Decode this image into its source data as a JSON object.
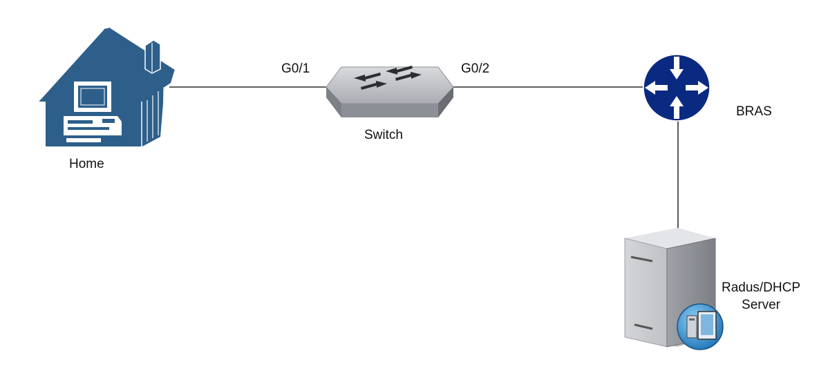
{
  "nodes": {
    "home": {
      "label": "Home",
      "icon": "home-with-computer-icon"
    },
    "switch": {
      "label": "Switch",
      "icon": "network-switch-icon"
    },
    "bras": {
      "label": "BRAS",
      "icon": "router-icon"
    },
    "server": {
      "label_line1": "Radus/DHCP",
      "label_line2": "Server",
      "icon": "server-tower-icon"
    }
  },
  "ports": {
    "switch_left": "G0/1",
    "switch_right": "G0/2"
  },
  "colors": {
    "house": "#2d5f8a",
    "router": "#0a2a82",
    "link": "#000000"
  }
}
